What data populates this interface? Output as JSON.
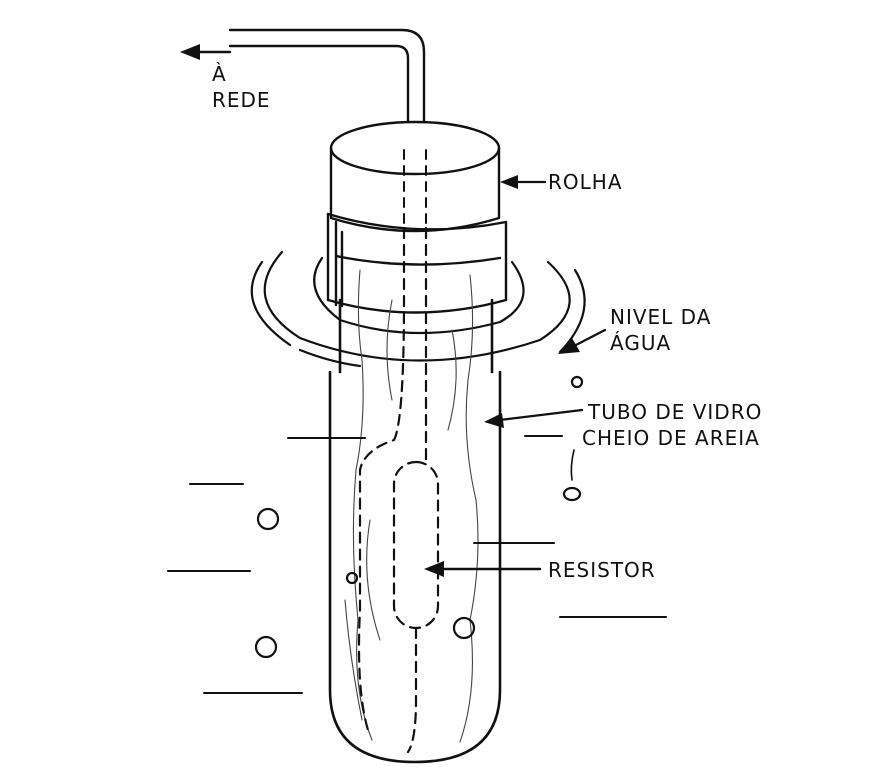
{
  "labels": {
    "rede_line1": "À",
    "rede_line2": "REDE",
    "rolha": "ROLHA",
    "nivel_line1": "NIVEL DA",
    "nivel_line2": "ÁGUA",
    "tubo_line1": "TUBO DE VIDRO",
    "tubo_line2": "CHEIO DE AREIA",
    "resistor": "RESISTOR"
  },
  "colors": {
    "ink": "#111111",
    "paper": "#ffffff"
  }
}
